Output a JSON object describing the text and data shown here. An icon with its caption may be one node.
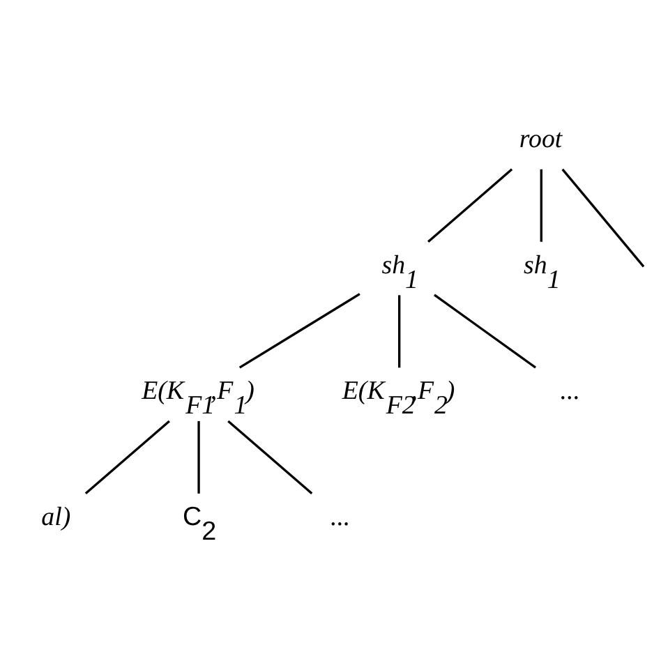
{
  "diagram": {
    "nodes": [
      {
        "text": [
          "root"
        ]
      },
      {
        "text": [
          "sh$_{1}$"
        ]
      },
      {
        "text": [
          "sh$_{1}$"
        ]
      },
      {
        "text": [
          "E(K$_{F1}$,F$_{1}$)"
        ]
      },
      {
        "text": [
          "E(K$_{F2}$,F$_{2}$)"
        ]
      },
      {
        "text": [
          "..."
        ]
      },
      {
        "text": [
          "al)"
        ]
      },
      {
        "text": [
          "C$_{2}$"
        ]
      },
      {
        "text": [
          "..."
        ]
      }
    ],
    "edges": [
      {
        "from": 0,
        "to": 1,
        "arrow": "none"
      },
      {
        "from": 0,
        "to": 2,
        "arrow": "none"
      },
      {
        "from": 0,
        "to": null,
        "arrow": "none"
      },
      {
        "from": 1,
        "to": 3,
        "arrow": "none"
      },
      {
        "from": 1,
        "to": 4,
        "arrow": "none"
      },
      {
        "from": 1,
        "to": 5,
        "arrow": "none"
      },
      {
        "from": 3,
        "to": 6,
        "arrow": "none"
      },
      {
        "from": 3,
        "to": 7,
        "arrow": "none"
      },
      {
        "from": 3,
        "to": 8,
        "arrow": "none"
      }
    ]
  }
}
